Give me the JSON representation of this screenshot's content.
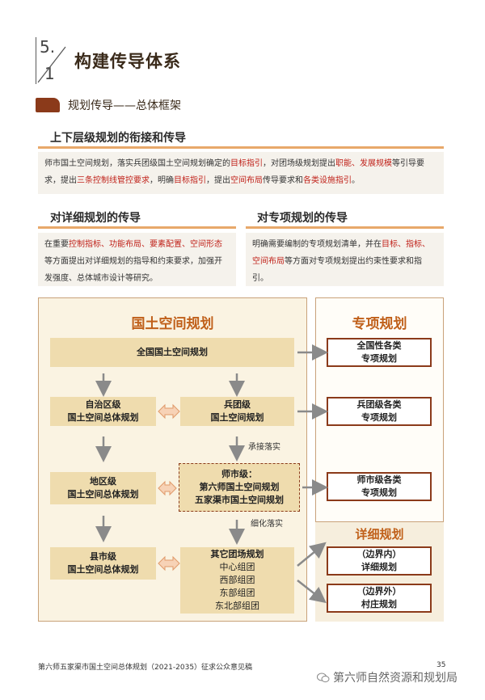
{
  "section": {
    "num_top": "5.",
    "num_bottom": "1",
    "title": "构建传导体系"
  },
  "subtitle": "规划传导——总体框架",
  "block1": {
    "header": "上下层级规划的衔接和传导",
    "text": [
      {
        "t": "师市国土空间规划，落实兵团级国土空间规划确定的",
        "h": false
      },
      {
        "t": "目标指引",
        "h": true
      },
      {
        "t": "，对团场级规划提出",
        "h": false
      },
      {
        "t": "职能、发展规模",
        "h": true
      },
      {
        "t": "等引导要求，提出",
        "h": false
      },
      {
        "t": "三条控制线管控要求",
        "h": true
      },
      {
        "t": "，明确",
        "h": false
      },
      {
        "t": "目标指引",
        "h": true
      },
      {
        "t": "，提出",
        "h": false
      },
      {
        "t": "空间布局",
        "h": true
      },
      {
        "t": "传导要求和",
        "h": false
      },
      {
        "t": "各类设施指引",
        "h": true
      },
      {
        "t": "。",
        "h": false
      }
    ]
  },
  "block2": {
    "header": "对详细规划的传导",
    "text": [
      {
        "t": "在重要",
        "h": false
      },
      {
        "t": "控制指标、功能布局、要素配置、空间形态",
        "h": true
      },
      {
        "t": "等方面提出对详细规划的指导和约束要求，加强开发强度、总体城市设计等研究。",
        "h": false
      }
    ]
  },
  "block3": {
    "header": "对专项规划的传导",
    "text": [
      {
        "t": "明确需要编制的专项规划清单，并在",
        "h": false
      },
      {
        "t": "目标、指标、空间布局",
        "h": true
      },
      {
        "t": "等方面对专项规划提出约束性要求和指引。",
        "h": false
      }
    ]
  },
  "diagram": {
    "left_title": "国土空间规划",
    "right_title": "专项规划",
    "detail_title": "详细规划",
    "national": "全国国土空间规划",
    "autonomous": [
      "自治区级",
      "国土空间总体规划"
    ],
    "bingtuan": [
      "兵团级",
      "国土空间规划"
    ],
    "prefecture": [
      "地区级",
      "国土空间总体规划"
    ],
    "division": [
      "师市级：",
      "第六师国土空间规划",
      "五家渠市国土空间规划"
    ],
    "county": [
      "县市级",
      "国土空间总体规划"
    ],
    "regiment_title": "其它团场规划",
    "regiments": [
      "中心组团",
      "西部组团",
      "东部组团",
      "东北部组团"
    ],
    "label_receive": "承接落实",
    "label_refine": "细化落实",
    "special_national": [
      "全国性各类",
      "专项规划"
    ],
    "special_bingtuan": [
      "兵团级各类",
      "专项规划"
    ],
    "special_division": [
      "师市级各类",
      "专项规划"
    ],
    "detail_inner": [
      "（边界内）",
      "详细规划"
    ],
    "detail_outer": [
      "（边界外）",
      "村庄规划"
    ]
  },
  "footer": {
    "left": "第六师五家渠市国土空间总体规划（2021-2035）征求公众意见稿",
    "page": "35",
    "watermark": "第六师自然资源和规划局"
  },
  "colors": {
    "accent": "#8b3a1a",
    "highlight": "#c0221a",
    "orange": "#e8a86a",
    "diagram_title": "#c0601a"
  }
}
